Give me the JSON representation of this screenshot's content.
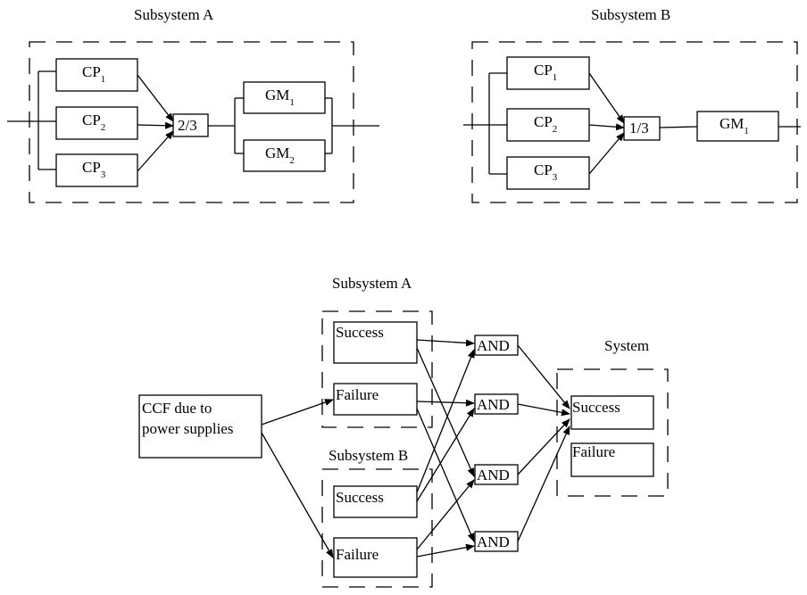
{
  "subsystem_a": {
    "title": "Subsystem A",
    "cp": [
      "CP",
      "CP",
      "CP"
    ],
    "cp_sub": [
      "1",
      "2",
      "3"
    ],
    "voter": "2/3",
    "gm": [
      "GM",
      "GM"
    ],
    "gm_sub": [
      "1",
      "2"
    ]
  },
  "subsystem_b": {
    "title": "Subsystem B",
    "cp": [
      "CP",
      "CP",
      "CP"
    ],
    "cp_sub": [
      "1",
      "2",
      "3"
    ],
    "voter": "1/3",
    "gm": "GM",
    "gm_sub": "1"
  },
  "network": {
    "ccf_line1": "CCF due to",
    "ccf_line2": "power supplies",
    "subsystem_a_title": "Subsystem A",
    "subsystem_b_title": "Subsystem B",
    "system_title": "System",
    "a_success": "Success",
    "a_failure": "Failure",
    "b_success": "Success",
    "b_failure": "Failure",
    "and_gates": [
      "AND",
      "AND",
      "AND",
      "AND"
    ],
    "sys_success": "Success",
    "sys_failure": "Failure"
  }
}
